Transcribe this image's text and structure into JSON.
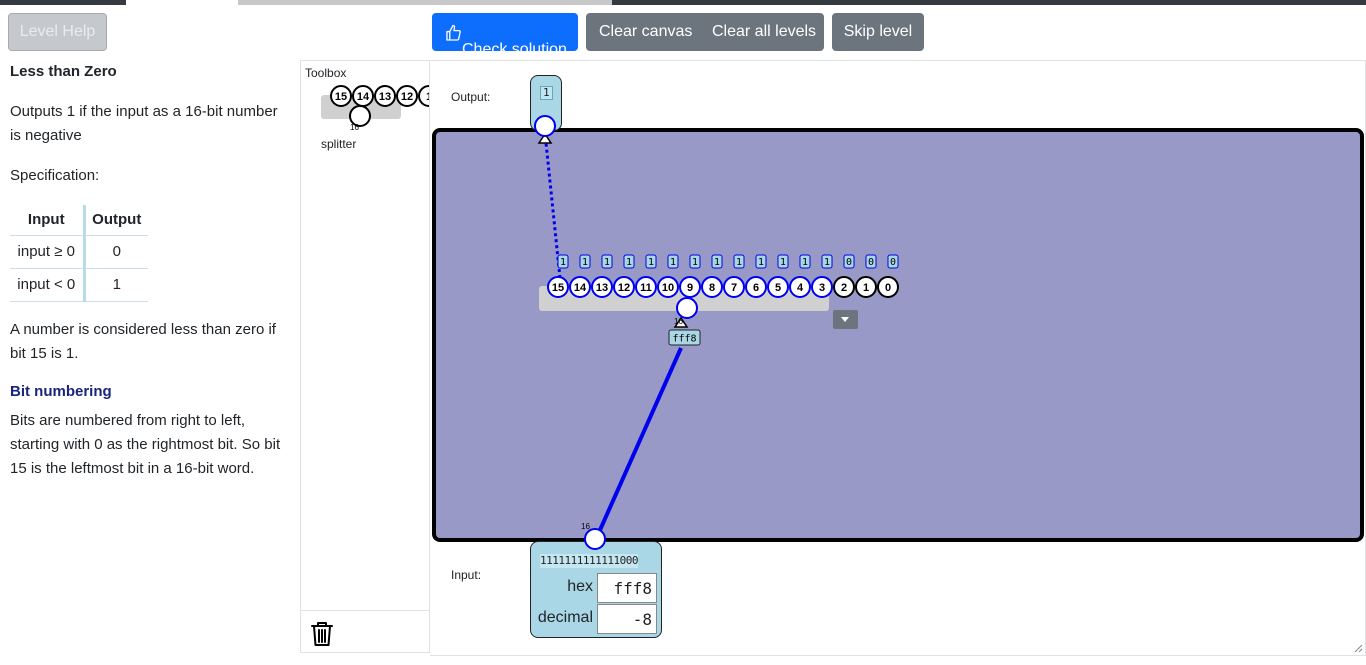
{
  "toolbar": {
    "level_help": "Level Help",
    "check_solution": "Check solution",
    "clear_canvas": "Clear canvas",
    "clear_all_levels": "Clear all levels",
    "skip_level": "Skip level"
  },
  "level": {
    "title": "Less than Zero",
    "intro": "Outputs 1 if the input as a 16-bit number is negative",
    "spec_label": "Specification:",
    "table_headers": [
      "Input",
      "Output"
    ],
    "table_rows": [
      {
        "input": "input ≥ 0",
        "output": "0"
      },
      {
        "input": "input < 0",
        "output": "1"
      }
    ],
    "note": "A number is considered less than zero if bit 15 is 1.",
    "bit_heading": "Bit numbering",
    "bit_text": "Bits are numbered from right to left, starting with 0 as the rightmost bit. So bit 15 is the leftmost bit in a 16-bit word."
  },
  "toolbox": {
    "title": "Toolbox",
    "items": [
      {
        "label": "splitter",
        "pins": [
          "15",
          "14",
          "13",
          "12",
          "1"
        ],
        "width_label": "16"
      }
    ],
    "trash_icon": "trash-icon"
  },
  "canvas": {
    "output_label": "Output:",
    "output_value": "1",
    "input_label": "Input:",
    "input_bits": "1111111111111000",
    "input_hex_label": "hex",
    "input_hex": "fff8",
    "input_decimal_label": "decimal",
    "input_decimal": "-8",
    "splitter": {
      "pins": [
        "15",
        "14",
        "13",
        "12",
        "11",
        "10",
        "9",
        "8",
        "7",
        "6",
        "5",
        "4",
        "3",
        "2",
        "1",
        "0"
      ],
      "pin_values": [
        "1",
        "1",
        "1",
        "1",
        "1",
        "1",
        "1",
        "1",
        "1",
        "1",
        "1",
        "1",
        "1",
        "0",
        "0",
        "0"
      ],
      "input_width_label": "16",
      "input_value": "fff8",
      "active_pins": 13
    },
    "input_width_label": "16"
  },
  "colors": {
    "primary": "#0d6efd",
    "secondary": "#6c757d",
    "circuit_bg": "#9899c7",
    "node_bg": "#aad7e6",
    "wire": "#0000ee"
  }
}
